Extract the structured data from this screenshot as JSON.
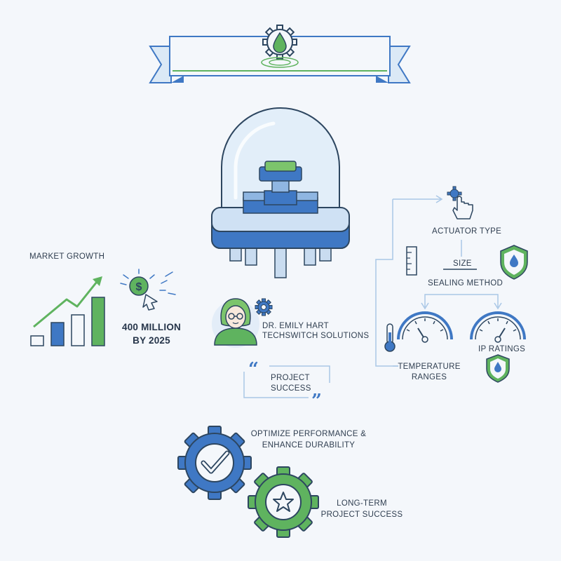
{
  "colors": {
    "accent_blue": "#3f78c4",
    "accent_green": "#5fb35f",
    "outline": "#2d4660",
    "background": "#f4f7fb",
    "line": "#a9c7e6"
  },
  "market": {
    "heading": "MARKET GROWTH",
    "value_line1": "400 MILLION",
    "value_line2": "BY 2025",
    "icon": "dollar-coin-icon"
  },
  "expert": {
    "name": "DR. EMILY HART",
    "company": "TECHSWITCH SOLUTIONS",
    "icon": "person-avatar-icon"
  },
  "quote": {
    "line1": "PROJECT",
    "line2": "SUCCESS"
  },
  "specs": {
    "actuator": "ACTUATOR TYPE",
    "size": "SIZE",
    "sealing": "SEALING METHOD",
    "temp_line1": "TEMPERATURE",
    "temp_line2": "RANGES",
    "ip": "IP RATINGS"
  },
  "outcomes": {
    "line1": "OPTIMIZE PERFORMANCE &",
    "line2": "ENHANCE DURABILITY",
    "line3": "LONG-TERM",
    "line4": "PROJECT SUCCESS"
  },
  "banner": {
    "icon": "water-drop-gear-icon"
  }
}
